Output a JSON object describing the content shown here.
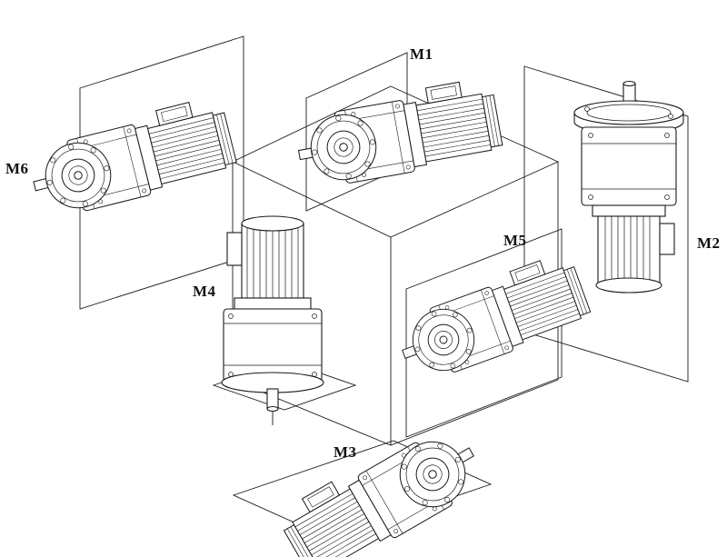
{
  "page": {
    "background_color": "#ffffff",
    "line_color": "#1a1a1a",
    "description": "Isometric technical diagram of gearmotor mounting positions around a cube"
  },
  "diagram": {
    "type": "isometric-mounting-positions",
    "labels": [
      {
        "id": "m1",
        "text": "M1"
      },
      {
        "id": "m2",
        "text": "M2"
      },
      {
        "id": "m3",
        "text": "M3"
      },
      {
        "id": "m4",
        "text": "M4"
      },
      {
        "id": "m5",
        "text": "M5"
      },
      {
        "id": "m6",
        "text": "M6"
      }
    ]
  }
}
